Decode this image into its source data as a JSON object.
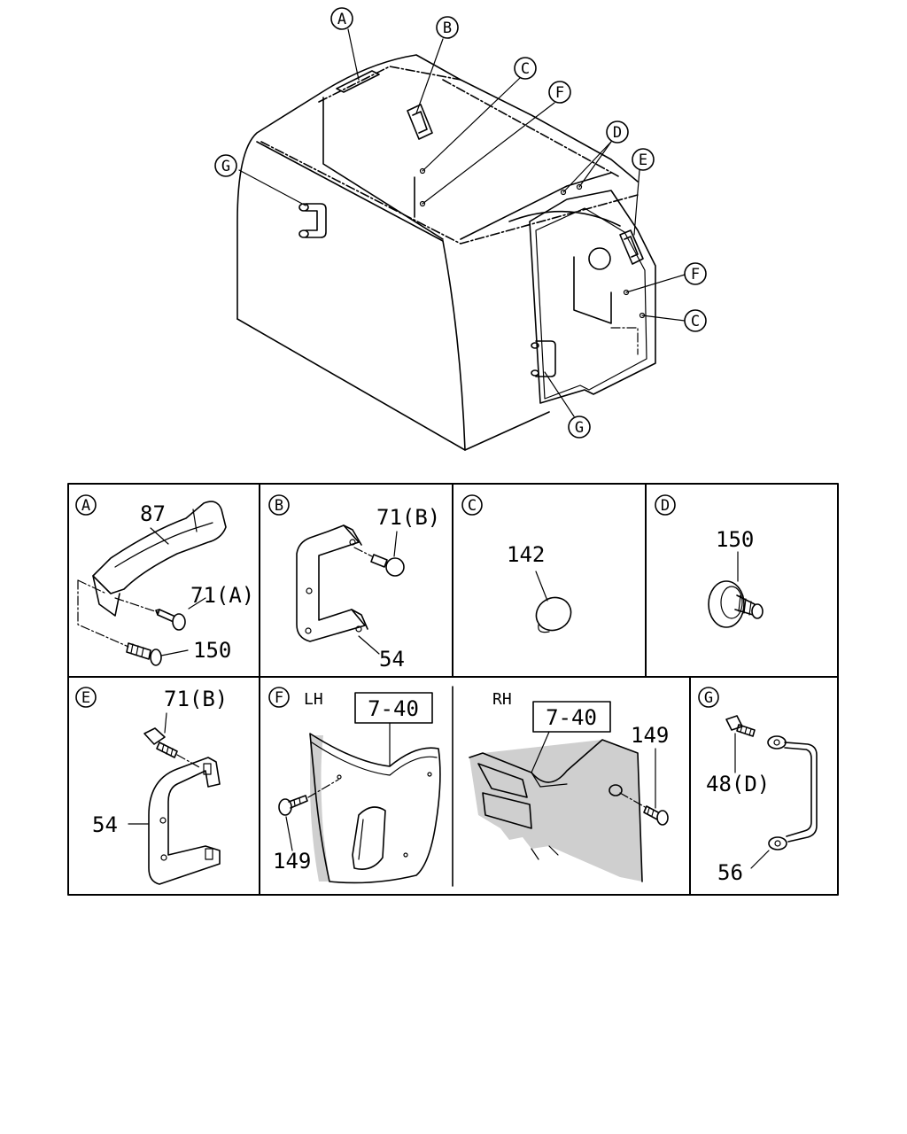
{
  "callouts": {
    "A": "A",
    "B": "B",
    "C": "C",
    "D": "D",
    "E": "E",
    "F": "F",
    "G": "G"
  },
  "panels": {
    "A": {
      "letter": "A",
      "parts": [
        "87",
        "71(A)",
        "150"
      ]
    },
    "B": {
      "letter": "B",
      "parts": [
        "71(B)",
        "54"
      ]
    },
    "C": {
      "letter": "C",
      "parts": [
        "142"
      ]
    },
    "D": {
      "letter": "D",
      "parts": [
        "150"
      ]
    },
    "E": {
      "letter": "E",
      "parts": [
        "71(B)",
        "54"
      ]
    },
    "F": {
      "letter": "F",
      "side_lh": "LH",
      "side_rh": "RH",
      "ref_lh": "7-40",
      "ref_rh": "7-40",
      "parts_lh": [
        "149"
      ],
      "parts_rh": [
        "149"
      ]
    },
    "G": {
      "letter": "G",
      "parts": [
        "48(D)",
        "56"
      ]
    }
  }
}
